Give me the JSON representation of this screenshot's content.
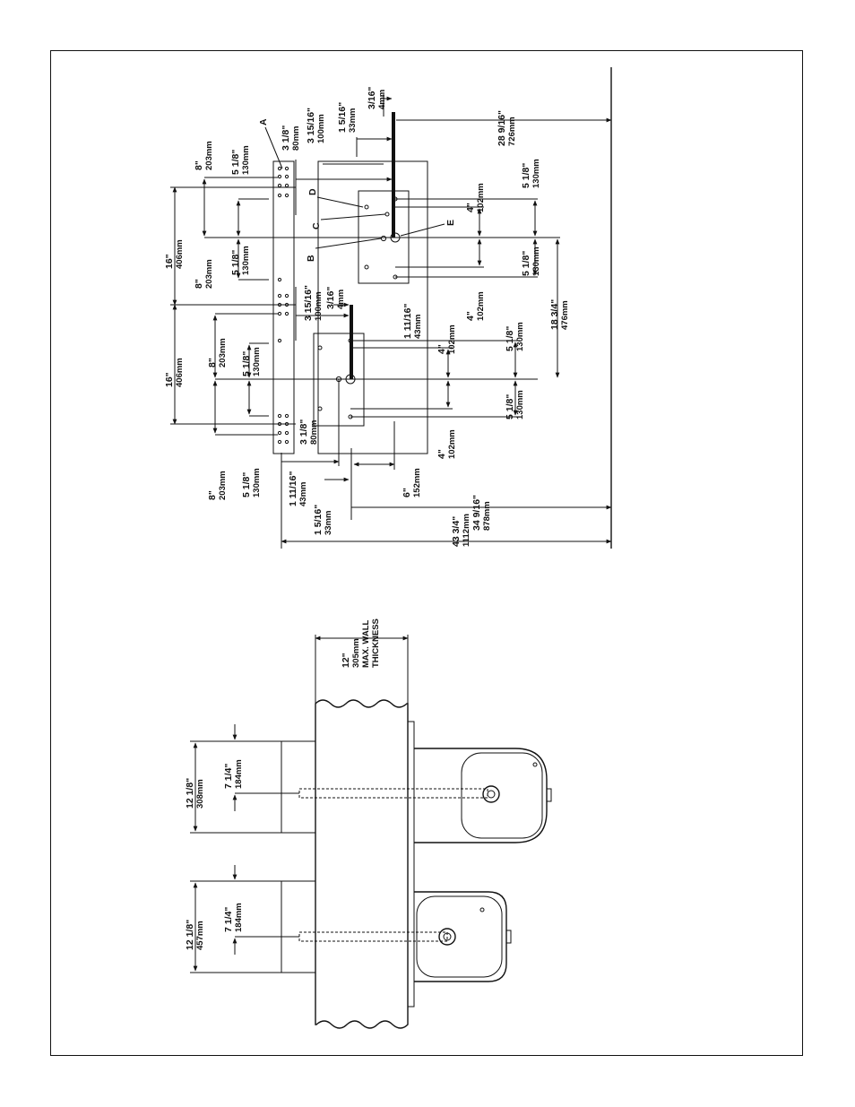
{
  "plan_view": {
    "dim_43_3_4_in": "43 3/4\"",
    "dim_43_3_4_mm": "1112mm",
    "dim_34_9_16_in": "34 9/16\"",
    "dim_34_9_16_mm": "878mm",
    "dim_28_9_16_in": "28 9/16\"",
    "dim_28_9_16_mm": "726mm",
    "dim_18_3_4_in": "18 3/4\"",
    "dim_18_3_4_mm": "476mm",
    "dim_16_in": "16\"",
    "dim_16_mm": "406mm",
    "dim_8_in": "8\"",
    "dim_8_mm": "203mm",
    "dim_5_1_8_in": "5 1/8\"",
    "dim_5_1_8_mm": "130mm",
    "dim_4_in": "4\"",
    "dim_4_mm": "102mm",
    "dim_3_1_8_in": "3 1/8\"",
    "dim_3_1_8_mm": "80mm",
    "dim_3_15_16_in": "3 15/16\"",
    "dim_3_15_16_mm": "100mm",
    "dim_1_5_16_in": "1 5/16\"",
    "dim_1_5_16_mm": "33mm",
    "dim_3_16_in": "3/16\"",
    "dim_3_16_mm": "4mm",
    "dim_1_11_16_in": "1 11/16\"",
    "dim_1_11_16_mm": "43mm",
    "dim_6_in": "6\"",
    "dim_6_mm": "152mm",
    "callouts": [
      "A",
      "B",
      "C",
      "D",
      "E"
    ]
  },
  "side_view": {
    "wall_in": "12\"",
    "wall_mm": "305mm",
    "wall_note_1": "MAX. WALL",
    "wall_note_2": "THICKNESS",
    "upper_height_in": "12 1/8\"",
    "upper_height_mm": "308mm",
    "upper_offset_in": "7 1/4\"",
    "upper_offset_mm": "184mm",
    "lower_height_in": "12 1/8\"",
    "lower_height_mm": "457mm",
    "lower_offset_in": "7 1/4\"",
    "lower_offset_mm": "184mm"
  }
}
